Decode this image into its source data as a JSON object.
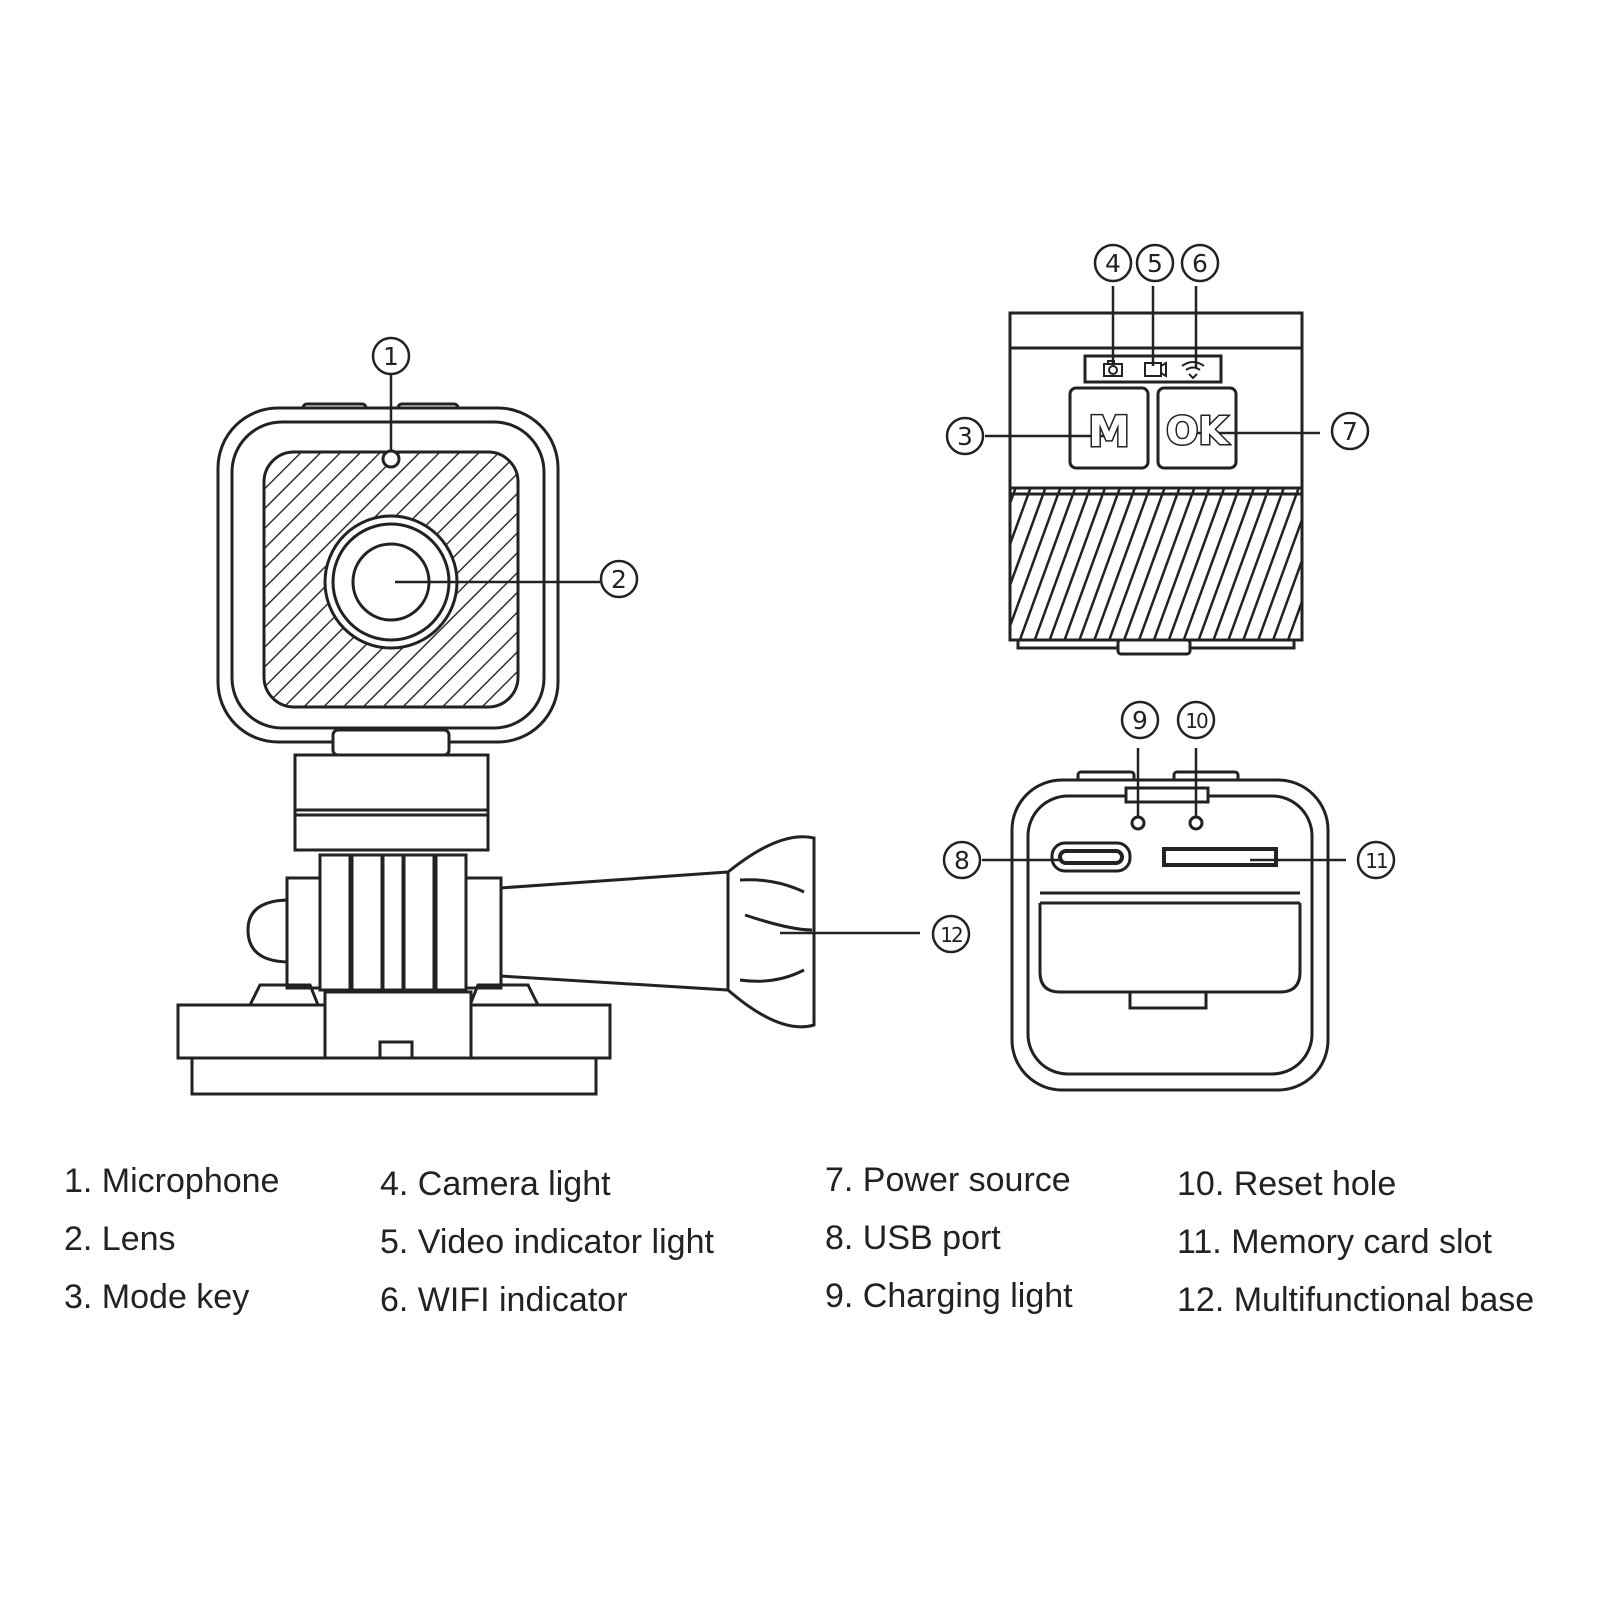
{
  "callouts": [
    "1",
    "2",
    "3",
    "4",
    "5",
    "6",
    "7",
    "8",
    "9",
    "10",
    "11",
    "12"
  ],
  "buttons": {
    "mode": "M",
    "ok": "OK"
  },
  "legend": [
    "1. Microphone",
    "2. Lens",
    "3. Mode key",
    "4. Camera light",
    "5. Video indicator light",
    "6. WIFI indicator",
    "7. Power source",
    "8. USB port",
    "9. Charging light",
    "10. Reset hole",
    "11. Memory card slot",
    "12. Multifunctional base"
  ],
  "icons": [
    "camera-icon",
    "video-icon",
    "wifi-icon"
  ],
  "colors": {
    "line": "#222222",
    "background": "#ffffff"
  }
}
